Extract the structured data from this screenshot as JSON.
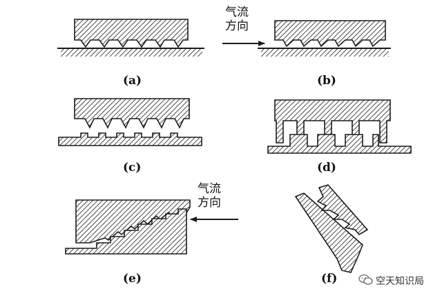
{
  "panels": [
    {
      "id": "a",
      "label": "(a)"
    },
    {
      "id": "b",
      "label": "(b)"
    },
    {
      "id": "c",
      "label": "(c)"
    },
    {
      "id": "d",
      "label": "(d)"
    },
    {
      "id": "e",
      "label": "(e)"
    },
    {
      "id": "f",
      "label": "(f)"
    }
  ],
  "annotations": {
    "flow_b": {
      "line1": "气流",
      "line2": "方向"
    },
    "flow_e": {
      "line1": "气流",
      "line2": "方向"
    }
  },
  "watermark": {
    "text": "空天知识局",
    "icon": "wechat-icon"
  },
  "colors": {
    "ink": "#1a1a1a",
    "background": "#ffffff"
  }
}
